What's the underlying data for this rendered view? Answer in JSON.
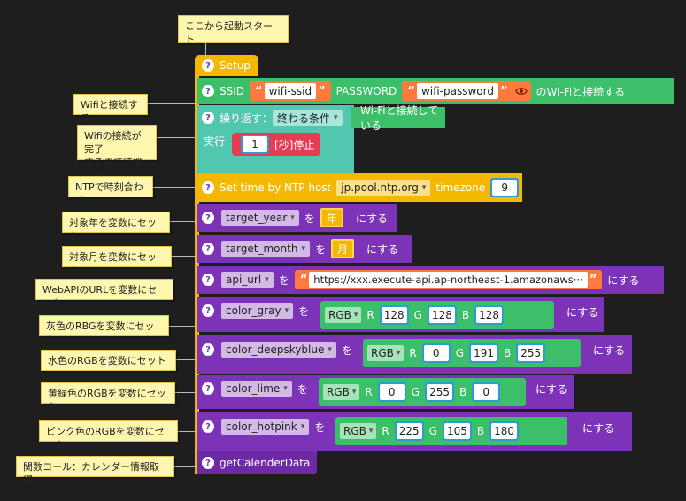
{
  "start_comment": "ここから起動スタート",
  "setup": {
    "label": "Setup"
  },
  "wifi": {
    "ssid_label": "SSID",
    "ssid": "wifi-ssid",
    "password_label": "PASSWORD",
    "password": "wifi-password",
    "suffix": "のWi-Fiと接続する"
  },
  "repeat": {
    "label": "繰り返す：",
    "mode": "終わる条件",
    "condition": "Wi-Fiと接続している",
    "do_label": "実行",
    "wait_value": "1",
    "wait_label": "[秒]停止"
  },
  "ntp": {
    "label": "Set time by NTP host",
    "host": "jp.pool.ntp.org",
    "tz_label": "timezone",
    "tz": "9"
  },
  "vars": [
    {
      "name": "target_year",
      "to": "を",
      "value": "年",
      "suffix": "にする"
    },
    {
      "name": "target_month",
      "to": "を",
      "value": "月",
      "suffix": "にする"
    },
    {
      "name": "api_url",
      "to": "を",
      "value": "https://xxx.execute-api.ap-northeast-1.amazonaws···",
      "suffix": "にする"
    }
  ],
  "colors": [
    {
      "name": "color_gray",
      "to": "を",
      "rgb_label": "RGB",
      "r": "128",
      "g": "128",
      "b": "128",
      "suffix": "にする"
    },
    {
      "name": "color_deepskyblue",
      "to": "を",
      "rgb_label": "RGB",
      "r": "0",
      "g": "191",
      "b": "255",
      "suffix": "にする"
    },
    {
      "name": "color_lime",
      "to": "を",
      "rgb_label": "RGB",
      "r": "0",
      "g": "255",
      "b": "0",
      "suffix": "にする"
    },
    {
      "name": "color_hotpink",
      "to": "を",
      "rgb_label": "RGB",
      "r": "225",
      "g": "105",
      "b": "180",
      "suffix": "にする"
    }
  ],
  "rgb_letters": {
    "r": "R",
    "g": "G",
    "b": "B"
  },
  "call": {
    "label": "getCalenderData"
  },
  "notes": {
    "wifi": "Wifiと接続する",
    "wait": "Wifiの接続が完了\nするまで待機する",
    "ntp": "NTPで時刻合わせ",
    "year": "対象年を変数にセット",
    "month": "対象月を変数にセット",
    "url": "WebAPIのURLを変数にセット",
    "gray": "灰色のRBGを変数にセット",
    "blue": "水色のRGBを変数にセット",
    "lime": "黄緑色のRGBを変数にセット",
    "pink": "ピンク色のRGBを変数にセット",
    "call": "関数コール：カレンダー情報取得"
  },
  "colors_theme": {
    "setup": "#f5b800",
    "wifi": "#3bbf68",
    "var": "#7d33b8",
    "string": "#ff7a3c",
    "number": "#2e9ad6",
    "wait": "#e43c53"
  }
}
